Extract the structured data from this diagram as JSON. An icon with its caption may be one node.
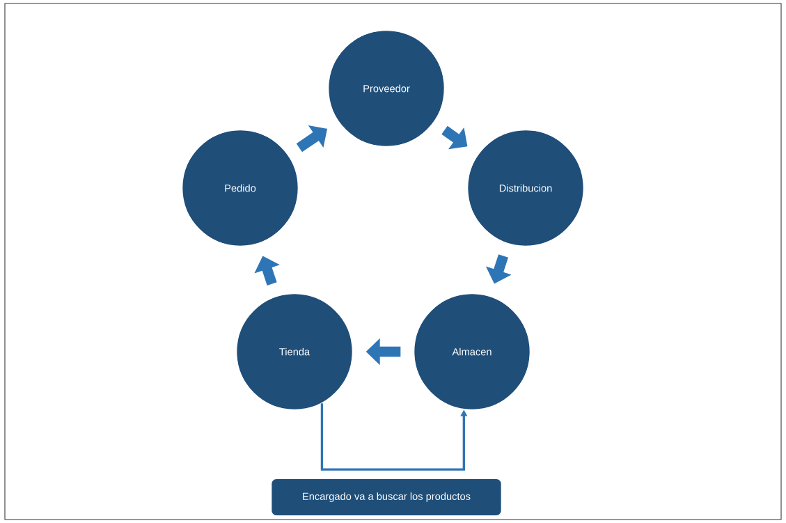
{
  "diagram": {
    "nodes": [
      {
        "text": [
          "Proveedor"
        ]
      },
      {
        "text": [
          "Pedido"
        ]
      },
      {
        "text": [
          "Distribucion"
        ]
      },
      {
        "text": [
          "Tienda"
        ]
      },
      {
        "text": [
          "Almacen"
        ]
      },
      {
        "text": [
          "Encargado va a buscar los productos"
        ]
      }
    ],
    "edges": [
      {
        "from": 1,
        "to": 0,
        "arrow": "to"
      },
      {
        "from": 0,
        "to": 2,
        "arrow": "to"
      },
      {
        "from": 2,
        "to": 4,
        "arrow": "to"
      },
      {
        "from": 4,
        "to": 3,
        "arrow": "to"
      },
      {
        "from": 3,
        "to": 1,
        "arrow": "to"
      },
      {
        "from": 3,
        "to": 4,
        "arrow": "to"
      }
    ]
  }
}
